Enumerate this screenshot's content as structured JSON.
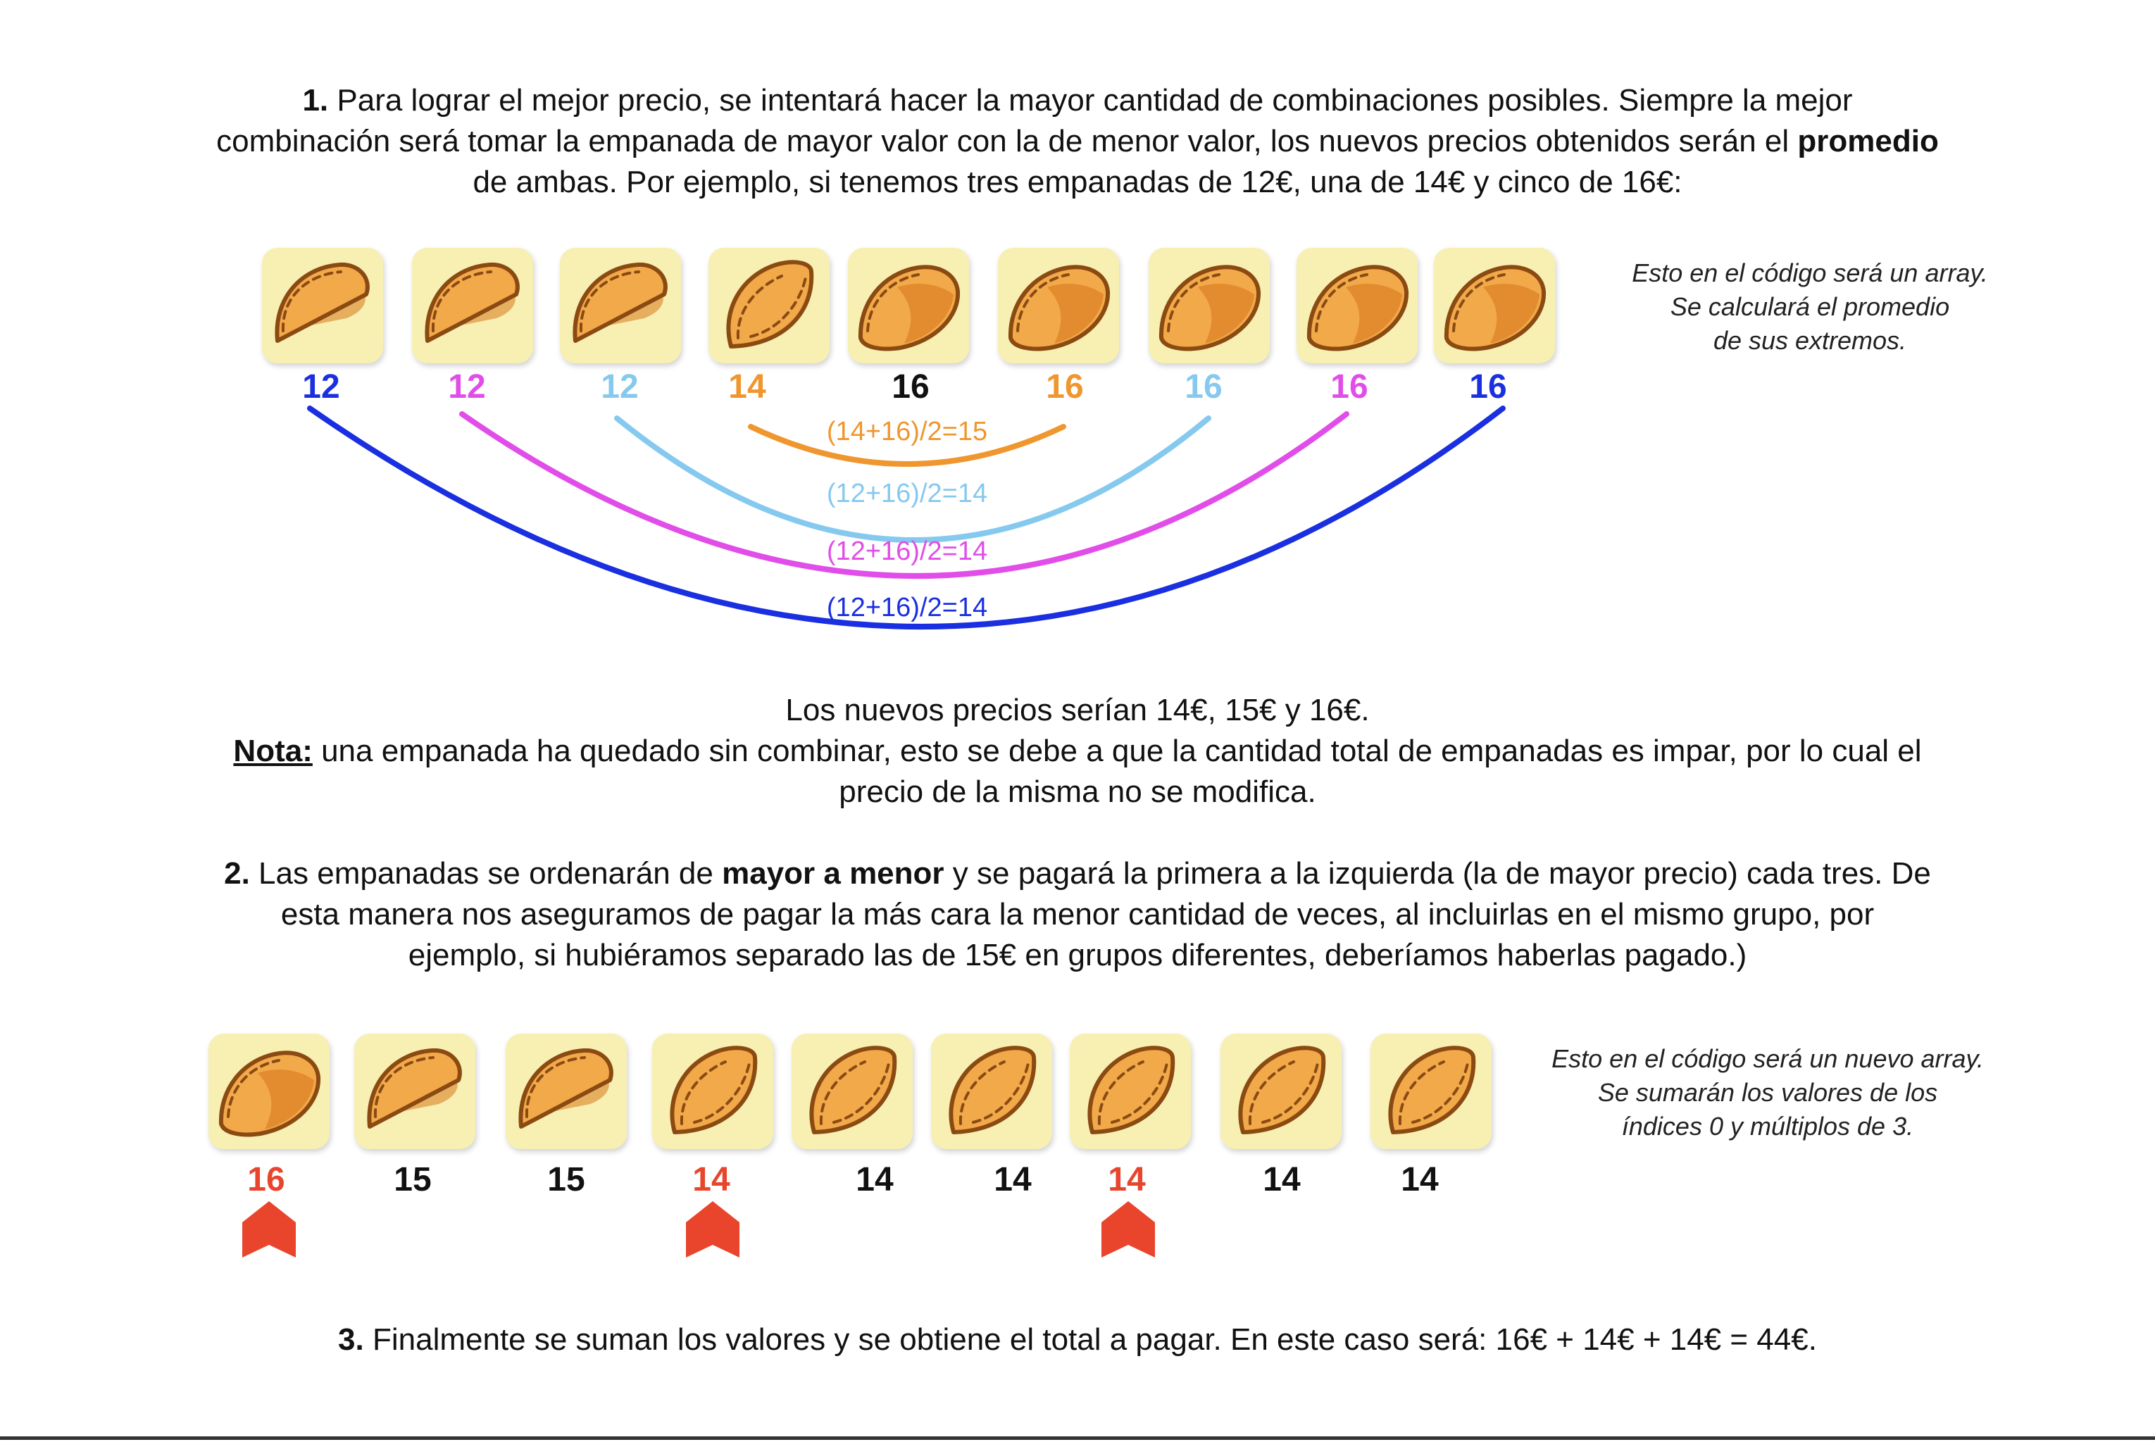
{
  "step1": {
    "num": "1.",
    "line1": "Para lograr el mejor precio, se intentará hacer la mayor cantidad de combinaciones posibles. Siempre la mejor",
    "line2a": "combinación será tomar la empanada de mayor valor con la de menor valor, los nuevos precios obtenidos serán el ",
    "line2b": "promedio",
    "line3": "de ambas. Por ejemplo, si tenemos tres empanadas de 12€, una de 14€ y cinco de 16€:"
  },
  "note1": {
    "l1": "Esto en el código será un array.",
    "l2": "Se calculará el promedio",
    "l3": "de sus extremos."
  },
  "row1": [
    {
      "label": "12",
      "color": "#1a2fe0"
    },
    {
      "label": "12",
      "color": "#e14de8"
    },
    {
      "label": "12",
      "color": "#86c9ef"
    },
    {
      "label": "14",
      "color": "#f0962e"
    },
    {
      "label": "16",
      "color": "#111111"
    },
    {
      "label": "16",
      "color": "#f0962e"
    },
    {
      "label": "16",
      "color": "#86c9ef"
    },
    {
      "label": "16",
      "color": "#e14de8"
    },
    {
      "label": "16",
      "color": "#1a2fe0"
    }
  ],
  "formulas": [
    {
      "text": "(14+16)/2=15",
      "color": "#f0962e"
    },
    {
      "text": "(12+16)/2=14",
      "color": "#86c9ef"
    },
    {
      "text": "(12+16)/2=14",
      "color": "#e14de8"
    },
    {
      "text": "(12+16)/2=14",
      "color": "#1a2fe0"
    }
  ],
  "result": {
    "line1": "Los nuevos precios serían 14€, 15€ y 16€.",
    "nota_label": "Nota:",
    "nota_rest": " una empanada ha quedado sin combinar, esto se debe a que la cantidad total de empanadas es impar, por lo cual el",
    "line3": "precio de la misma no se modifica."
  },
  "step2": {
    "num": "2.",
    "l1a": " Las empanadas se ordenarán de ",
    "l1b": "mayor a menor",
    "l1c": " y se pagará la primera a la izquierda (la de mayor precio) cada tres. De",
    "l2": "esta manera nos aseguramos de pagar la más cara la menor cantidad de veces, al incluirlas en el mismo grupo, por",
    "l3": "ejemplo, si hubiéramos separado las de 15€ en grupos diferentes, deberíamos haberlas pagado.)"
  },
  "note2": {
    "l1": "Esto en el código será un nuevo array.",
    "l2": "Se sumarán los valores de los",
    "l3": "índices 0 y múltiplos de 3."
  },
  "row2": [
    {
      "label": "16",
      "color": "#e8452c",
      "paid": true
    },
    {
      "label": "15",
      "color": "#111111",
      "paid": false
    },
    {
      "label": "15",
      "color": "#111111",
      "paid": false
    },
    {
      "label": "14",
      "color": "#e8452c",
      "paid": true
    },
    {
      "label": "14",
      "color": "#111111",
      "paid": false
    },
    {
      "label": "14",
      "color": "#111111",
      "paid": false
    },
    {
      "label": "14",
      "color": "#e8452c",
      "paid": true
    },
    {
      "label": "14",
      "color": "#111111",
      "paid": false
    },
    {
      "label": "14",
      "color": "#111111",
      "paid": false
    }
  ],
  "step3": {
    "num": "3.",
    "text": " Finalmente se suman los valores y se obtiene el total a pagar. En este caso será: 16€ + 14€ + 14€ = 44€."
  },
  "colors": {
    "tile_bg": "#f7f0b2",
    "pastry": "#f2a94a",
    "pastry_dark": "#d97a1e",
    "outline": "#8a4a12",
    "marker": "#e8452c"
  },
  "icons": {
    "tile": "empanada-icon",
    "marker": "arrow-up-marker-icon"
  }
}
